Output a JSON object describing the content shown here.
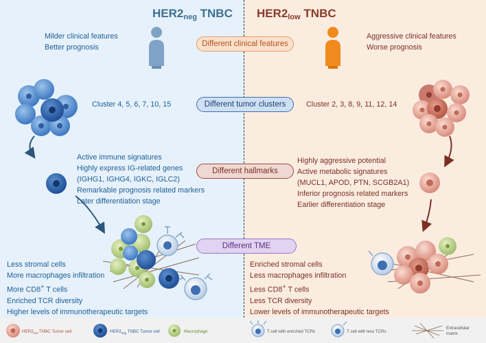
{
  "headers": {
    "left_main": "HER2",
    "left_sub": "neg",
    "left_tail": " TNBC",
    "right_main": "HER2",
    "right_sub": "low",
    "right_tail": " TNBC"
  },
  "pills": {
    "clinical": "Different clinical features",
    "clusters": "Different tumor clusters",
    "hallmarks": "Different hallmarks",
    "tme": "Different TME"
  },
  "left": {
    "clinical": [
      "Milder clinical features",
      "Better prognosis"
    ],
    "clusters": "Cluster 4, 5, 6, 7, 10, 15",
    "hallmarks": [
      "Active immune signatures",
      "Highly express IG-related genes",
      "(IGHG1, IGHG4, IGKC, IGLC2)",
      "Remarkable prognosis related markers",
      "Later differentiation stage"
    ],
    "tme": {
      "line1": "Less stromal cells",
      "line2": "More macrophages infiltration",
      "line3_pre": "More CD8",
      "line3_sup": "+",
      "line3_post": " T cells",
      "line4": "Enriched TCR diversity",
      "line5": "Higher levels of immunotherapeutic targets"
    }
  },
  "right": {
    "clinical": [
      "Aggressive clinical features",
      "Worse prognosis"
    ],
    "clusters": "Cluster 2, 3, 8, 9, 11, 12, 14",
    "hallmarks": [
      "Highly aggressive potential",
      "Active metabolic signatures",
      "(MUCL1, APOD, PTN, SCGB2A1)",
      "Inferior prognosis related markers",
      "Earlier differentiation stage"
    ],
    "tme": {
      "line1": "Enriched stromal cells",
      "line2": "Less macrophages infiltration",
      "line3_pre": "Less CD8",
      "line3_sup": "+",
      "line3_post": " T cells",
      "line4": "Less TCR diversity",
      "line5": "Lower levels of immunotherapeutic targets"
    }
  },
  "legend": {
    "her2low_a": "HER2",
    "her2low_sub": "low",
    "her2low_b": " TNBC Tumor cell",
    "her2neg_a": "HER2",
    "her2neg_sub": "neg",
    "her2neg_b": " TNBC Tumor cell",
    "macrophage": "Macrophage",
    "tcell_enriched": "T cell with enriched TCRs",
    "tcell_less": "T cell with less TCRs",
    "ecm_1": "Extracellular",
    "ecm_2": "matrix"
  },
  "colors": {
    "left_bg": "#e6f1fb",
    "right_bg": "#fbece0",
    "blue_text": "#1f5f95",
    "brown_text": "#7a2f25",
    "person_blue": "#7fa3c6",
    "person_orange": "#f08a1c"
  }
}
